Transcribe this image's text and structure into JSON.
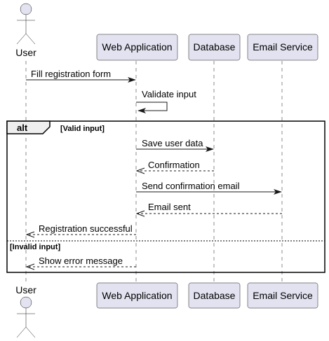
{
  "participants": [
    {
      "id": "user",
      "label": "User",
      "kind": "actor"
    },
    {
      "id": "web",
      "label": "Web Application",
      "kind": "participant"
    },
    {
      "id": "db",
      "label": "Database",
      "kind": "participant"
    },
    {
      "id": "email",
      "label": "Email Service",
      "kind": "participant"
    }
  ],
  "messages": [
    {
      "from": "user",
      "to": "web",
      "label": "Fill registration form",
      "style": "solid"
    },
    {
      "from": "web",
      "to": "web",
      "label": "Validate input",
      "style": "solid"
    },
    {
      "from": "web",
      "to": "db",
      "label": "Save user data",
      "style": "solid"
    },
    {
      "from": "db",
      "to": "web",
      "label": "Confirmation",
      "style": "dashed"
    },
    {
      "from": "web",
      "to": "email",
      "label": "Send confirmation email",
      "style": "solid"
    },
    {
      "from": "email",
      "to": "web",
      "label": "Email sent",
      "style": "dashed"
    },
    {
      "from": "web",
      "to": "user",
      "label": "Registration successful",
      "style": "dashed"
    },
    {
      "from": "web",
      "to": "user",
      "label": "Show error message",
      "style": "dashed"
    }
  ],
  "alt_block": {
    "keyword": "alt",
    "guards": [
      "[Valid input]",
      "[Invalid input]"
    ]
  },
  "colors": {
    "participant_fill": "#E2E2F0",
    "line": "#181818"
  }
}
